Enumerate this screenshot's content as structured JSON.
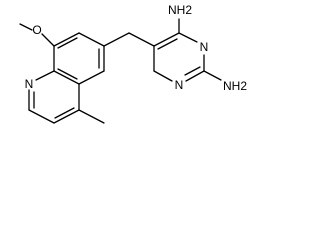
{
  "molecule": {
    "atoms": {
      "methoxy_oxygen": "O",
      "quinoline_nitrogen": "N",
      "amine_top": "NH2",
      "ring_nitrogen_upper": "N",
      "ring_nitrogen_lower": "N",
      "amine_right": "NH2"
    }
  }
}
